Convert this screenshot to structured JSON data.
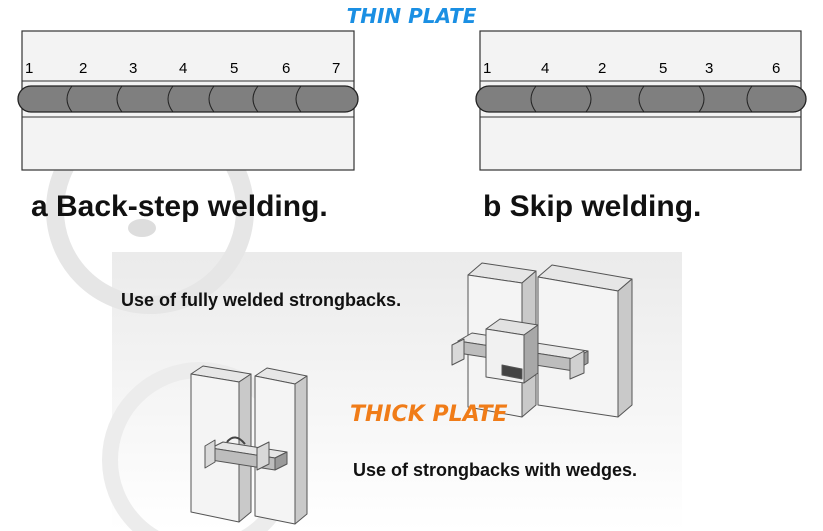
{
  "colors": {
    "thin_title": "#1a8fe3",
    "thick_title": "#f07c18",
    "weld_bead": "#7f7f7f",
    "plate": "#f3f3f3"
  },
  "titles": {
    "thin_plate": "THIN PLATE",
    "thick_plate": "THICK PLATE"
  },
  "panel_a": {
    "caption": "a  Back-step welding.",
    "sequence": [
      "1",
      "2",
      "3",
      "4",
      "5",
      "6",
      "7"
    ]
  },
  "panel_b": {
    "caption": "b Skip welding.",
    "sequence": [
      "1",
      "4",
      "2",
      "5",
      "3",
      "6"
    ]
  },
  "strongbacks": {
    "fully_welded": "Use of fully welded strongbacks.",
    "with_wedges": "Use of strongbacks with wedges."
  }
}
